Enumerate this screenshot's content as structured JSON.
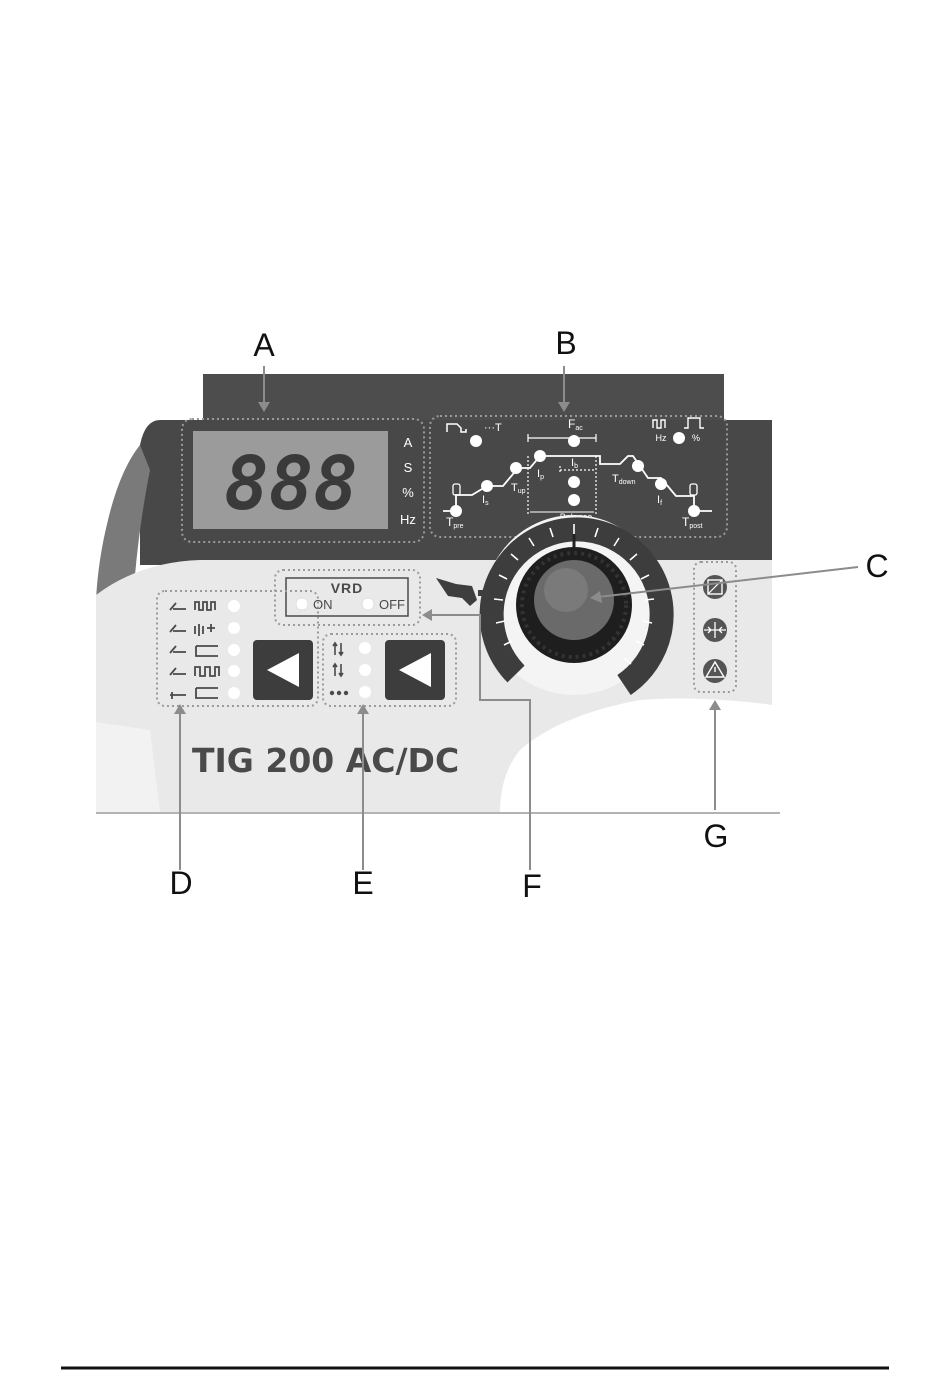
{
  "callouts": {
    "A": "A",
    "B": "B",
    "C": "C",
    "D": "D",
    "E": "E",
    "F": "F",
    "G": "G"
  },
  "display": {
    "digits": "888",
    "units": [
      "A",
      "S",
      "%",
      "Hz"
    ]
  },
  "diagram": {
    "t_label": "···T",
    "f_ac": "F",
    "f_ac_sub": "ac",
    "i_s": "I",
    "i_s_sub": "s",
    "t_up": "T",
    "t_up_sub": "up",
    "i_p": "I",
    "i_p_sub": "p",
    "i_b": "I",
    "i_b_sub": "b",
    "t_pre": "T",
    "t_pre_sub": "pre",
    "balance": "Balance",
    "t_down": "T",
    "t_down_sub": "down",
    "i_f": "I",
    "i_f_sub": "f",
    "t_post": "T",
    "t_post_sub": "post",
    "hz": "Hz",
    "pct": "%"
  },
  "vrd": {
    "title": "VRD",
    "on": "ON",
    "off": "OFF"
  },
  "model": "TIG 200 AC/DC"
}
